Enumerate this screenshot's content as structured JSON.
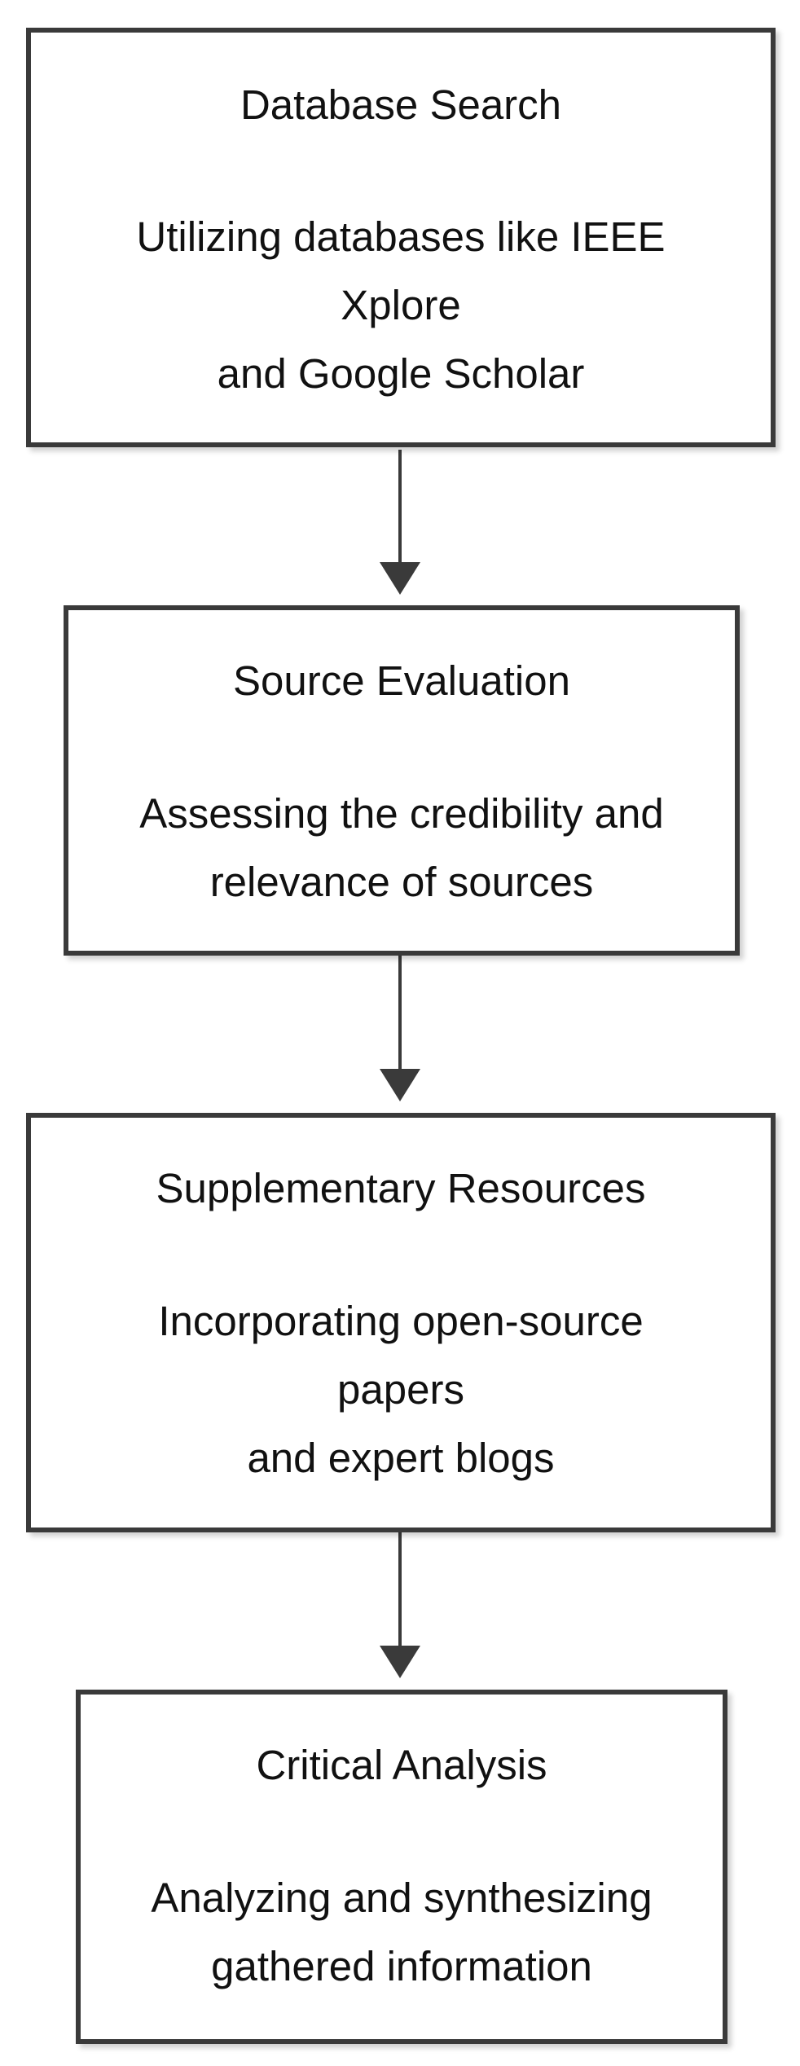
{
  "diagram": {
    "nodes": [
      {
        "id": "database-search",
        "title": "Database Search",
        "desc_lines": [
          "Utilizing databases like IEEE",
          "Xplore",
          "and Google Scholar"
        ]
      },
      {
        "id": "source-evaluation",
        "title": "Source Evaluation",
        "desc_lines": [
          "Assessing the credibility and",
          "relevance of sources"
        ]
      },
      {
        "id": "supplementary-resources",
        "title": "Supplementary Resources",
        "desc_lines": [
          "Incorporating open-source",
          "papers",
          "and expert blogs"
        ]
      },
      {
        "id": "critical-analysis",
        "title": "Critical Analysis",
        "desc_lines": [
          "Analyzing and synthesizing",
          "gathered information"
        ]
      }
    ],
    "edges": [
      {
        "from": "database-search",
        "to": "source-evaluation"
      },
      {
        "from": "source-evaluation",
        "to": "supplementary-resources"
      },
      {
        "from": "supplementary-resources",
        "to": "critical-analysis"
      }
    ]
  }
}
